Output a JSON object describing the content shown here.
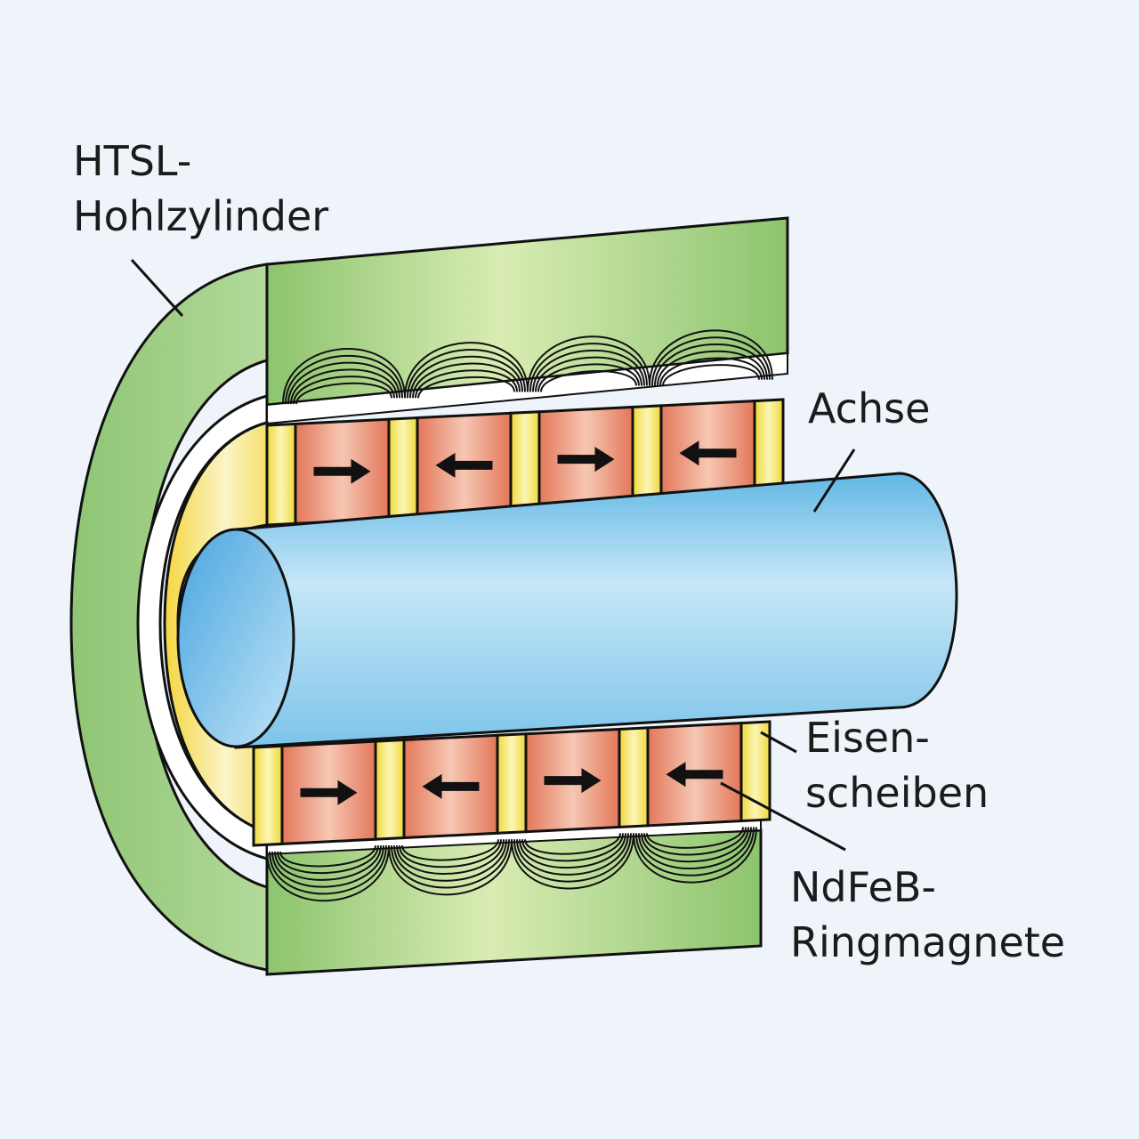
{
  "labels": {
    "htsl": [
      "HTSL-",
      "Hohlzylinder"
    ],
    "achse": [
      "Achse"
    ],
    "eisen": [
      "Eisen-",
      "scheiben"
    ],
    "ndfeb": [
      "NdFeB-",
      "Ringmagnete"
    ]
  },
  "magnets": {
    "top_directions": [
      "right",
      "left",
      "right",
      "left"
    ],
    "bottom_directions": [
      "right",
      "left",
      "right",
      "left"
    ]
  },
  "colors": {
    "background": "#eef4fa",
    "cylinder": "#a9d48c",
    "iron_disc": "#f2e64e",
    "magnet": "#e88a6c",
    "axle": "#8fcaea",
    "arrow": "#111111"
  }
}
